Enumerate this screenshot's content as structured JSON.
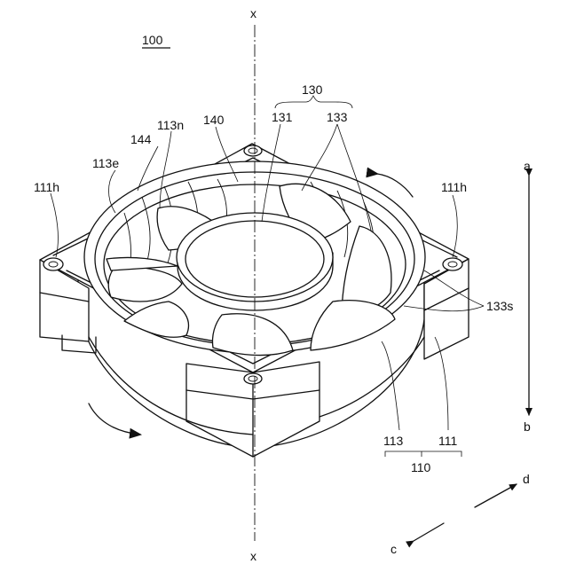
{
  "figure": {
    "ref_main": "100",
    "axis_top": "x",
    "axis_bottom": "x",
    "labels": {
      "l130": "130",
      "l131": "131",
      "l133": "133",
      "l140": "140",
      "l113n": "113n",
      "l144": "144",
      "l113e": "113e",
      "l111h_left": "111h",
      "l111h_right": "111h",
      "l133s": "133s",
      "l113": "113",
      "l111": "111",
      "l110": "110"
    },
    "directions": {
      "a": "a",
      "b": "b",
      "c": "c",
      "d": "d"
    }
  }
}
